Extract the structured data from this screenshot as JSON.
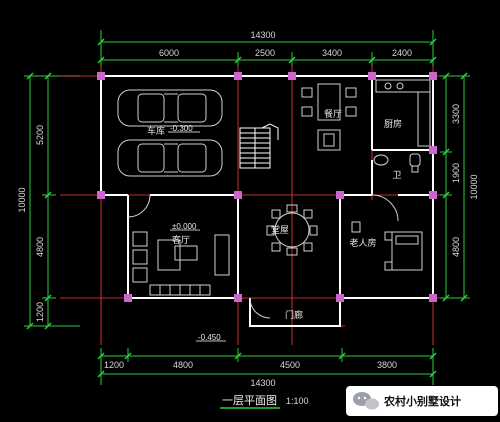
{
  "dimensions": {
    "top_total": "14300",
    "top_segments": [
      "6000",
      "2500",
      "3400",
      "2400"
    ],
    "bottom_segments": [
      "1200",
      "4800",
      "4500",
      "3800"
    ],
    "bottom_total": "14300",
    "left_segments": [
      "5200",
      "4800",
      "1200"
    ],
    "left_total": "10000",
    "right_segments": [
      "3300",
      "1900",
      "4800"
    ],
    "right_total": "10000"
  },
  "rooms": {
    "garage": "车库",
    "dining": "餐厅",
    "kitchen": "厨房",
    "bathroom": "卫",
    "hall": "堂屋",
    "living": "客厅",
    "elder_room": "老人房",
    "porch": "门廊"
  },
  "levels": {
    "garage": "-0.300",
    "living": "±0.000",
    "outside": "-0.450"
  },
  "title": {
    "name": "一层平面图",
    "scale": "1:100"
  },
  "watermark": {
    "text": "农村小别墅设计",
    "icon": "wechat-icon"
  },
  "colors": {
    "background": "#000000",
    "wall": "#ffffff",
    "column": "#cc66cc",
    "dimension_line": "#2ecc40",
    "axis_line": "#ff3b3b",
    "furniture": "#d0d0d0"
  }
}
